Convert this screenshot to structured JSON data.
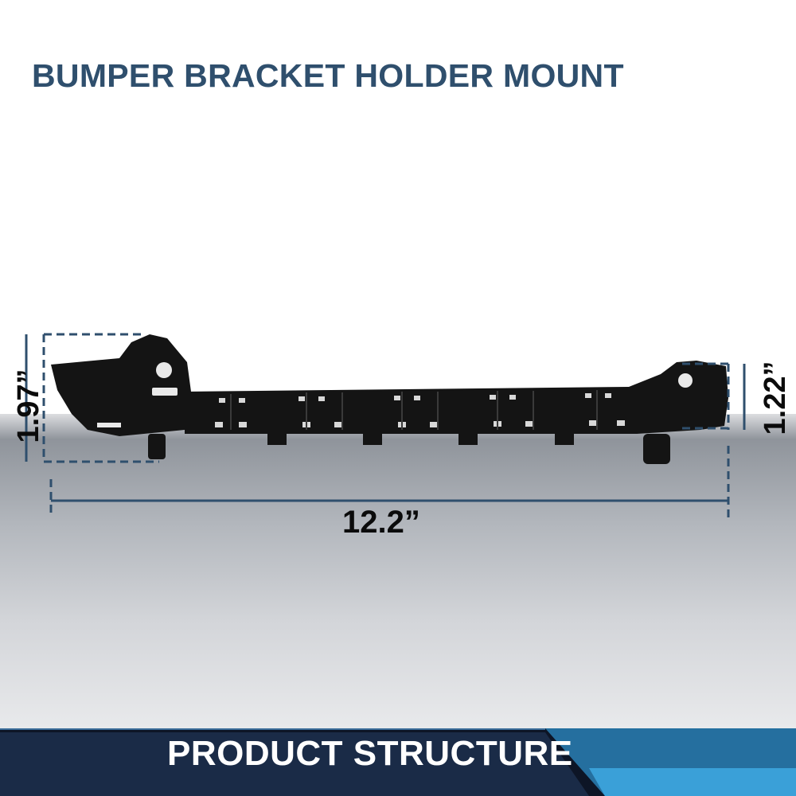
{
  "header": {
    "title": "BUMPER BRACKET HOLDER MOUNT"
  },
  "dimensions": {
    "height_left": "1.97”",
    "height_right": "1.22”",
    "length": "12.2”"
  },
  "footer": {
    "label": "PRODUCT STRUCTURE"
  },
  "colors": {
    "title": "#2f4f6d",
    "dimension_line": "#2f4f6d",
    "banner": "#14213a",
    "banner_accent": "#2a7fb5",
    "part": "#141414"
  }
}
